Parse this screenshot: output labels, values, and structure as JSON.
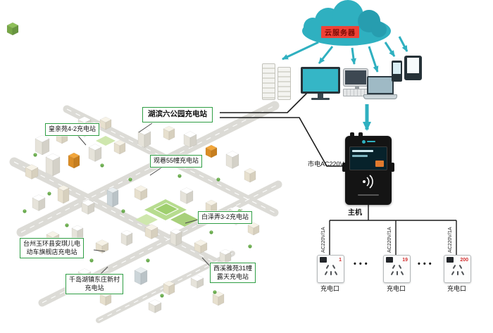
{
  "cloud": {
    "label": "云服务器",
    "color": "#2fb0c0",
    "badge_bg": "#ef4136"
  },
  "devices": [
    {
      "name": "server-rack-1"
    },
    {
      "name": "server-rack-2"
    },
    {
      "name": "monitor"
    },
    {
      "name": "desktop-computer"
    },
    {
      "name": "laptop"
    },
    {
      "name": "smartphone"
    },
    {
      "name": "tablet"
    }
  ],
  "host": {
    "label": "主机",
    "mains_label": "市电AC220V"
  },
  "ports": {
    "wire_label": "AC220V/1A",
    "ellipsis": "•••",
    "items": [
      {
        "number": "1",
        "label": "充电口"
      },
      {
        "number": "19",
        "label": "充电口"
      },
      {
        "number": "200",
        "label": "充电口"
      }
    ]
  },
  "stations": [
    {
      "label": "湖滨六公园充电站"
    },
    {
      "label": "皇亲苑4-2充电站"
    },
    {
      "label": "观巷55幢充电站"
    },
    {
      "label": "白泽弄3-2充电站"
    },
    {
      "label": "台州玉环县安琪儿电\n动车旗舰店充电站"
    },
    {
      "label": "西溪雅苑31幢\n露天充电站"
    },
    {
      "label": "千岛湖镇东庄新村\n充电站"
    }
  ],
  "colors": {
    "accent_teal": "#2fb0c0",
    "station_border": "#2f9e44",
    "badge_red": "#ef4136",
    "number_red": "#d32f2f"
  }
}
